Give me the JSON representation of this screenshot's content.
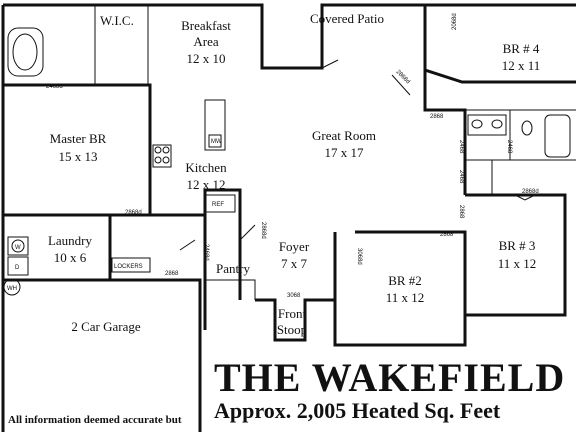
{
  "rooms": {
    "wic": {
      "name": "W.I.C."
    },
    "breakfast": {
      "name1": "Breakfast",
      "name2": "Area",
      "size": "12 x 10"
    },
    "patio": {
      "name": "Covered Patio"
    },
    "br4": {
      "name": "BR # 4",
      "size": "12 x 11"
    },
    "master": {
      "name": "Master BR",
      "size": "15 x 13"
    },
    "great": {
      "name": "Great Room",
      "size": "17 x 17"
    },
    "kitchen": {
      "name": "Kitchen",
      "size": "12 x 12"
    },
    "laundry": {
      "name": "Laundry",
      "size": "10 x 6"
    },
    "foyer": {
      "name": "Foyer",
      "size": "7 x 7"
    },
    "pantry": {
      "name": "Pantry"
    },
    "br2": {
      "name": "BR #2",
      "size": "11 x 12"
    },
    "br3": {
      "name": "BR # 3",
      "size": "11 x 12"
    },
    "garage": {
      "name": "2 Car Garage"
    },
    "stoop": {
      "name1": "Front",
      "name2": "Stoop"
    }
  },
  "fixtures": {
    "ref": "REF",
    "lockers": "LOCKERS",
    "wh": "WH",
    "mw": "MW",
    "w": "W",
    "d": "D"
  },
  "door_tags": {
    "t1": "2468d",
    "t2": "2868d",
    "t3": "2868",
    "t4": "2468d",
    "t5": "2868d",
    "t6": "2068d",
    "t7": "2868",
    "t8": "2468",
    "t9": "2468",
    "t10": "2468",
    "t11": "2868",
    "t12": "2868",
    "t13": "2868d",
    "t14": "3068d",
    "t15": "3068",
    "t16": "2868d"
  },
  "title": "THE WAKEFIELD",
  "subtitle": "Approx. 2,005 Heated Sq. Feet",
  "disclaimer": "All information deemed accurate but"
}
